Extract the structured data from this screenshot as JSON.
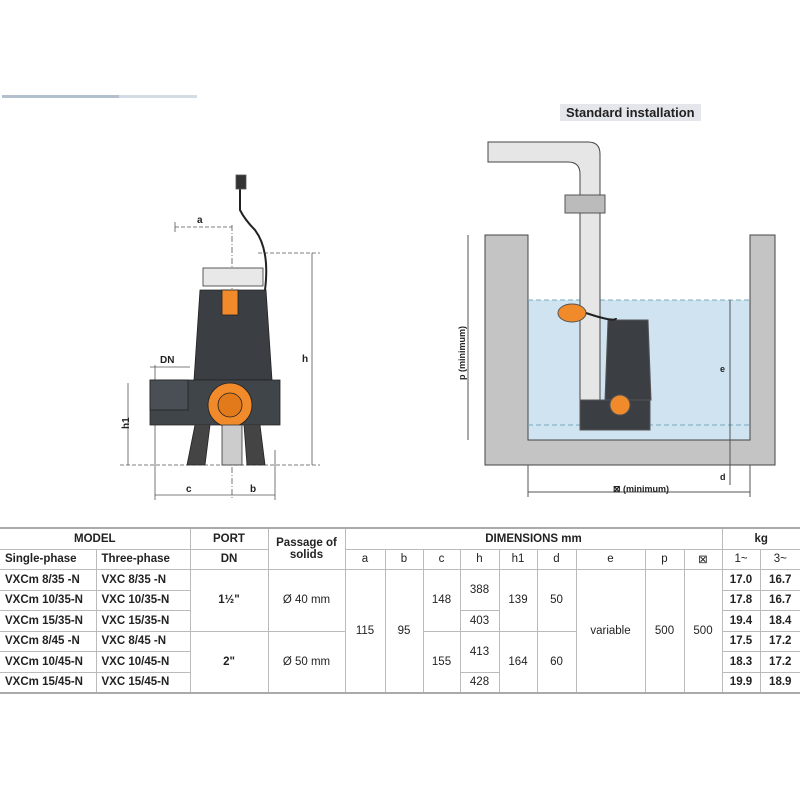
{
  "diagram": {
    "standard_installation": "Standard installation",
    "labels": {
      "a": "a",
      "b": "b",
      "c": "c",
      "h": "h",
      "h1": "h1",
      "dn": "DN",
      "p": "p (minimum)",
      "e": "e",
      "d": "d",
      "square": "⊠ (minimum)"
    }
  },
  "table": {
    "header": {
      "model": "MODEL",
      "single_phase": "Single-phase",
      "three_phase": "Three-phase",
      "port": "PORT",
      "dn": "DN",
      "passage": "Passage of solids",
      "dimensions": "DIMENSIONS mm",
      "kg": "kg",
      "cols": [
        "a",
        "b",
        "c",
        "h",
        "h1",
        "d",
        "e",
        "p",
        "⊠"
      ],
      "kg1": "1~",
      "kg3": "3~"
    },
    "rows": [
      {
        "single": "VXCm 8/35  -N",
        "three": "VXC 8/35  -N",
        "kg1": "17.0",
        "kg3": "16.7"
      },
      {
        "single": "VXCm 10/35-N",
        "three": "VXC 10/35-N",
        "kg1": "17.8",
        "kg3": "16.7"
      },
      {
        "single": "VXCm 15/35-N",
        "three": "VXC 15/35-N",
        "kg1": "19.4",
        "kg3": "18.4"
      },
      {
        "single": "VXCm 8/45  -N",
        "three": "VXC 8/45  -N",
        "kg1": "17.5",
        "kg3": "17.2"
      },
      {
        "single": "VXCm 10/45-N",
        "three": "VXC 10/45-N",
        "kg1": "18.3",
        "kg3": "17.2"
      },
      {
        "single": "VXCm 15/45-N",
        "three": "VXC 15/45-N",
        "kg1": "19.9",
        "kg3": "18.9"
      }
    ],
    "groups": [
      {
        "port": "1½\"",
        "passage": "Ø 40 mm",
        "c": "148",
        "h": [
          "388",
          "403"
        ],
        "h1": "139",
        "d": "50"
      },
      {
        "port": "2\"",
        "passage": "Ø 50 mm",
        "c": "155",
        "h": [
          "413",
          "428"
        ],
        "h1": "164",
        "d": "60"
      }
    ],
    "common": {
      "a": "115",
      "b": "95",
      "e": "variable",
      "p": "500",
      "sq": "500"
    }
  }
}
